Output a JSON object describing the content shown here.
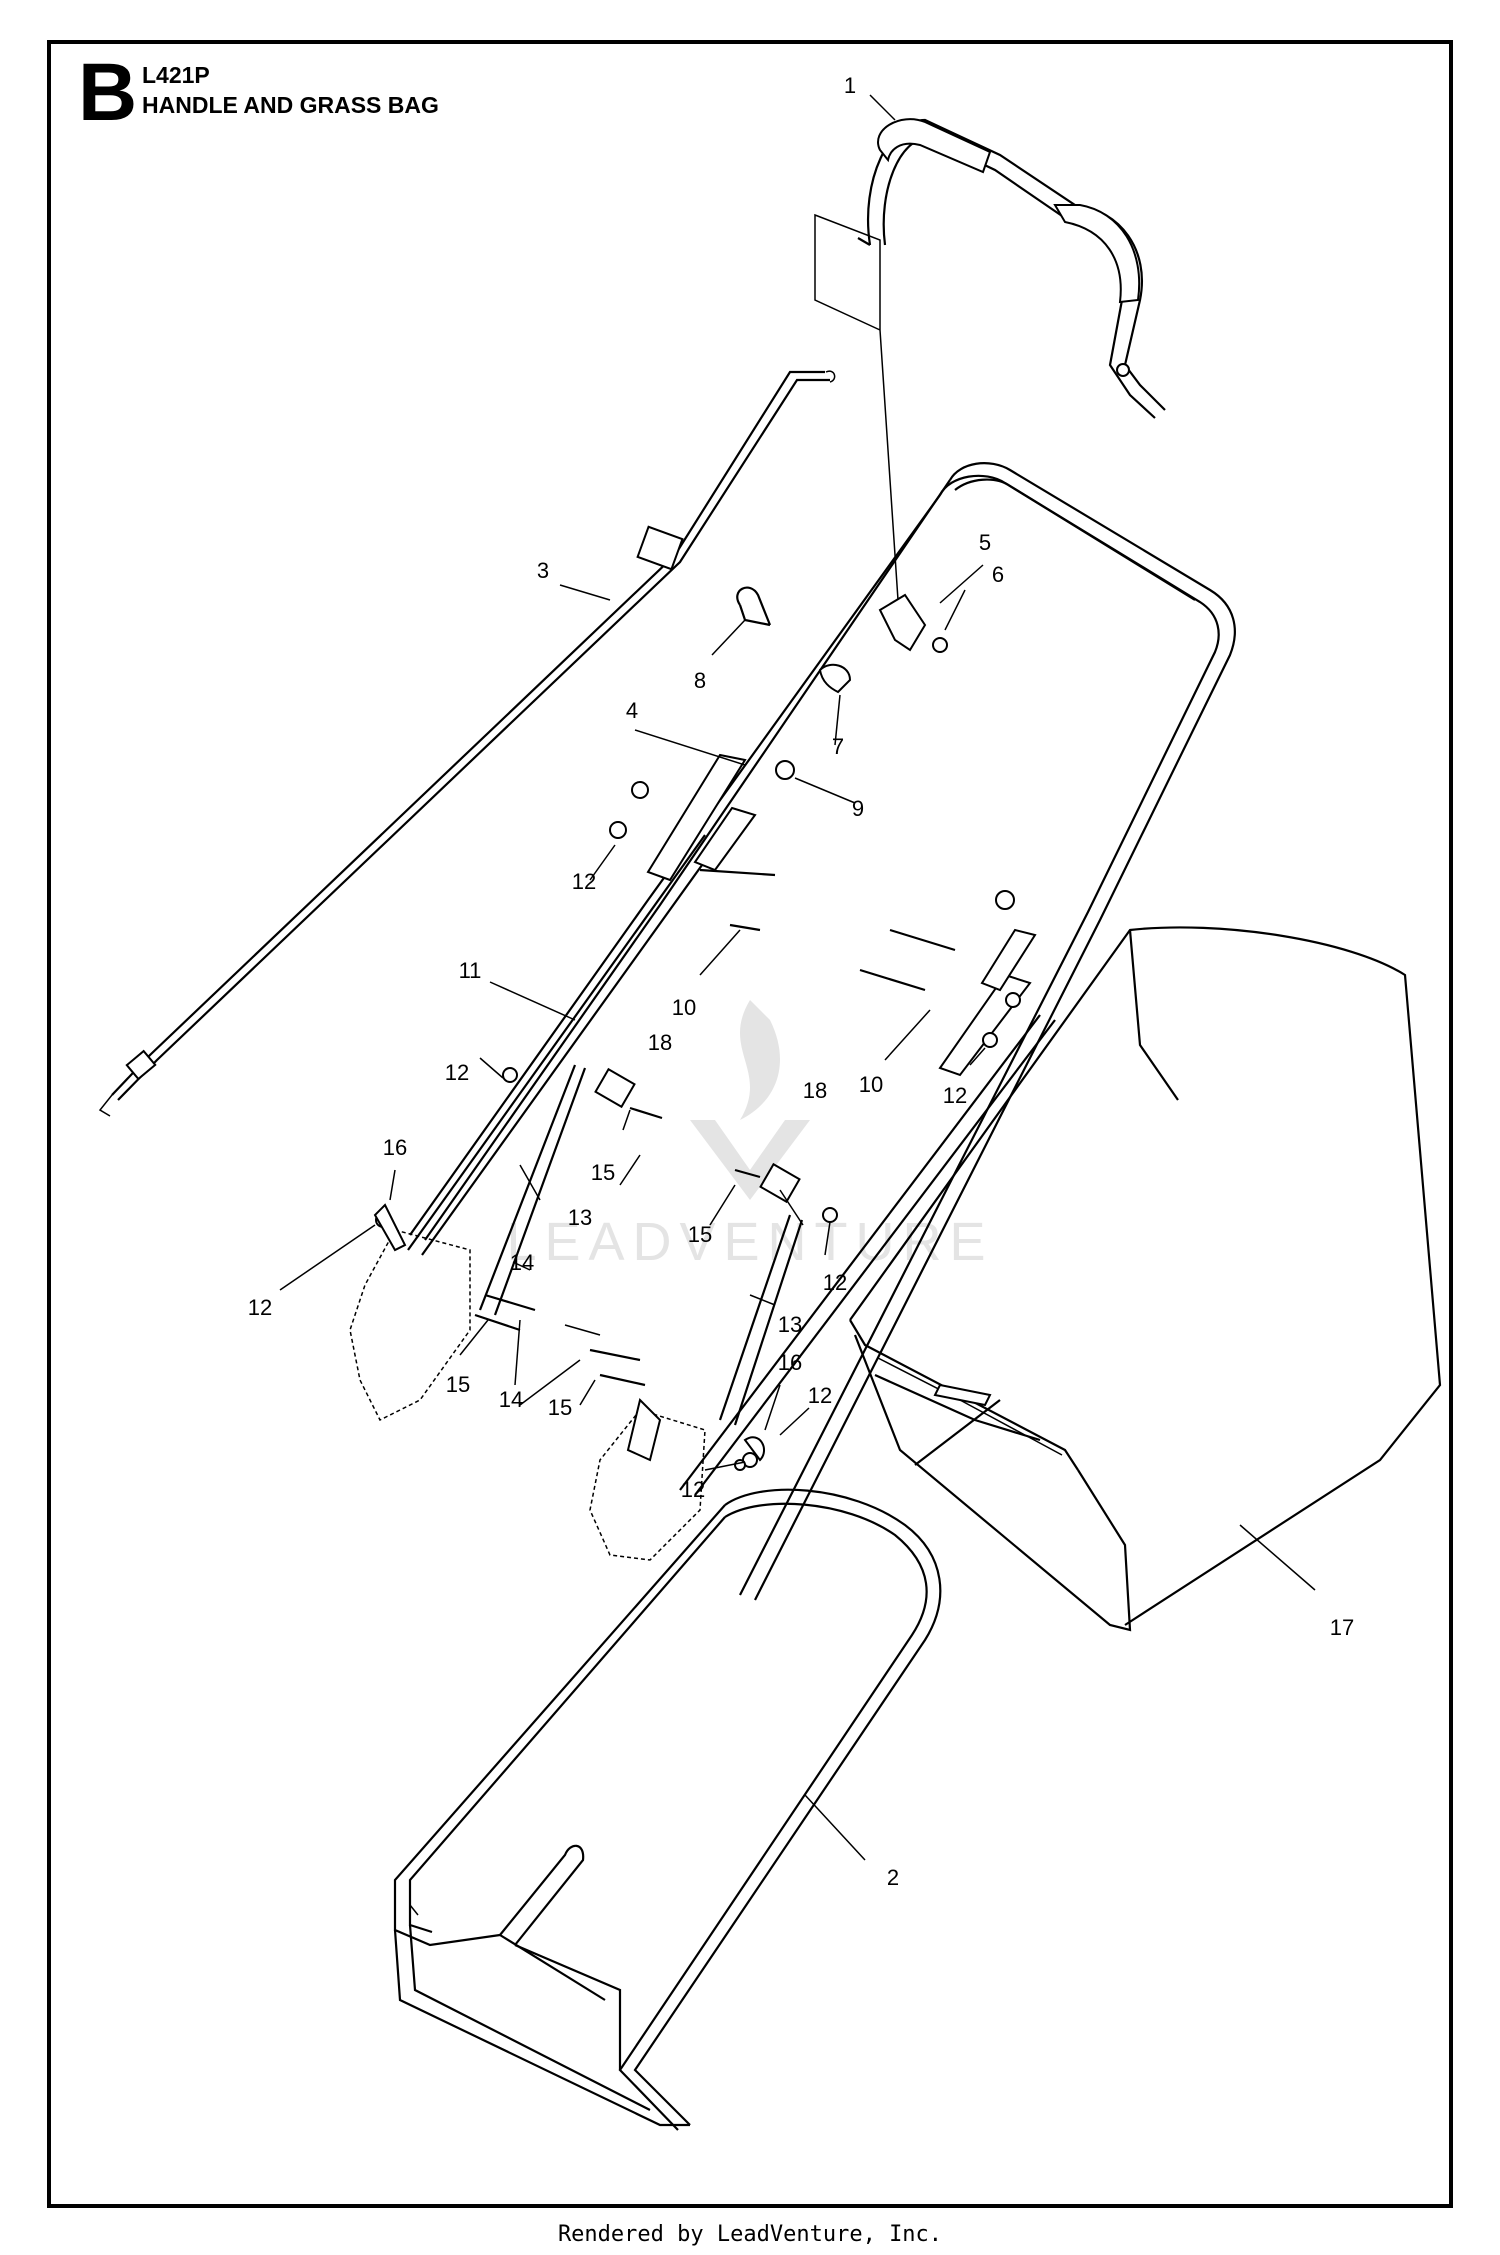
{
  "header": {
    "section_letter": "B",
    "model": "L421P",
    "title": "HANDLE AND GRASS BAG"
  },
  "footer": {
    "text": "Rendered by LeadVenture, Inc."
  },
  "watermark": {
    "text": "LEADVENTURE"
  },
  "callouts": [
    "1",
    "2",
    "3",
    "4",
    "5",
    "6",
    "7",
    "8",
    "9",
    "10",
    "10",
    "11",
    "12",
    "12",
    "12",
    "12",
    "12",
    "12",
    "12",
    "12",
    "13",
    "13",
    "14",
    "14",
    "15",
    "15",
    "15",
    "15",
    "16",
    "16",
    "17",
    "18",
    "18"
  ]
}
